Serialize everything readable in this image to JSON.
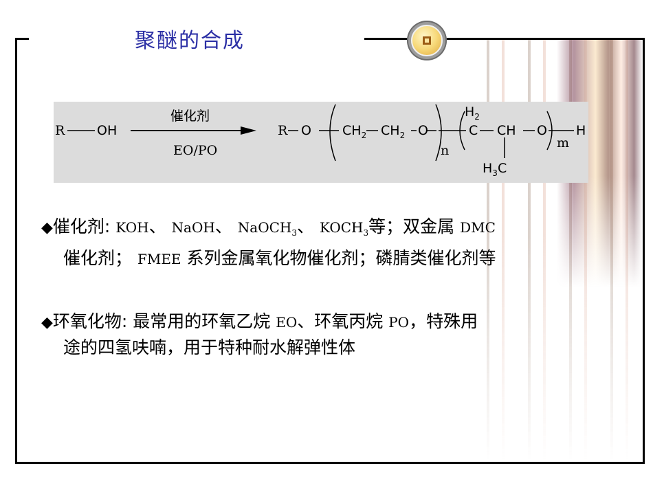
{
  "slide": {
    "title": "聚醚的合成"
  },
  "reaction": {
    "reactant_r": "R",
    "reactant_oh": "OH",
    "catalyst_label": "催化剂",
    "reagent_label": "EO/PO",
    "product_r": "R",
    "product_o1": "O",
    "ch2_a": "CH",
    "ch2_b": "CH",
    "o2": "O",
    "n": "n",
    "h2_top": "H",
    "c": "C",
    "ch": "CH",
    "o3": "O",
    "m": "m",
    "h_end": "H",
    "h3c": "H",
    "c_bottom": "C",
    "sub2": "2",
    "sub3": "3"
  },
  "bullets": [
    {
      "marker": "◆",
      "line1_prefix": "催化剂:",
      "koh": "KOH",
      "naoh": "NaOH",
      "naoch": "NaOCH",
      "koch": "KOCH",
      "line1_mid": "等；双金属",
      "dmc": "DMC",
      "sep": "、",
      "sub3": "3",
      "line2_a": "催化剂；",
      "fmee": "FMEE",
      "line2_b": "系列金属氧化物催化剂；磷腈类催化剂等"
    },
    {
      "marker": "◆",
      "line1_a": "环氧化物: 最常用的环氧乙烷",
      "eo": "EO",
      "line1_b": "、环氧丙烷",
      "po": "PO",
      "line1_c": "，特殊用",
      "line2": "途的四氢呋喃，用于特种耐水解弹性体"
    }
  ],
  "colors": {
    "title": "#2b2fa5",
    "reaction_bg": "#dcdcdc",
    "frame": "#000000"
  },
  "icons": {
    "badge": "square-in-circle-icon",
    "bullet": "diamond-icon"
  }
}
